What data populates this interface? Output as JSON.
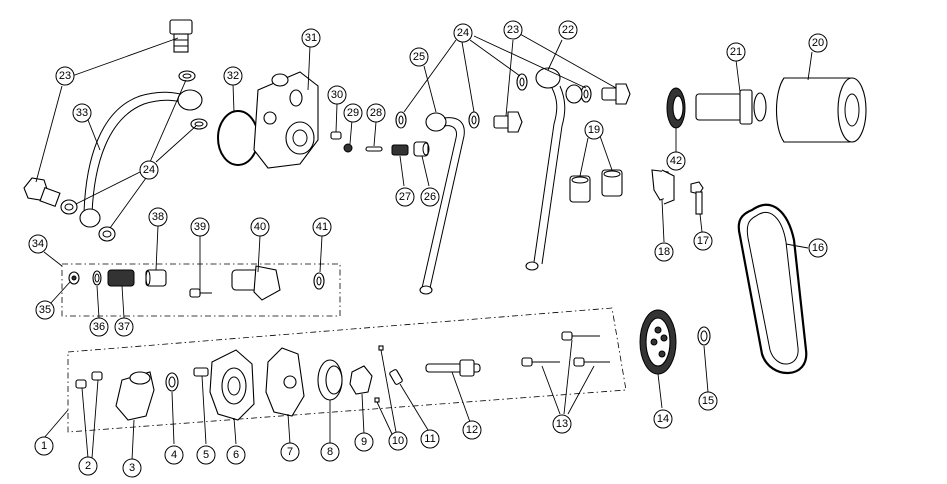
{
  "labels": [
    "1",
    "2",
    "3",
    "4",
    "5",
    "6",
    "7",
    "8",
    "9",
    "10",
    "11",
    "12",
    "13",
    "14",
    "15",
    "16",
    "17",
    "18",
    "19",
    "20",
    "21",
    "22",
    "23",
    "24",
    "25",
    "26",
    "27",
    "28",
    "29",
    "30",
    "31",
    "32",
    "33",
    "34",
    "35",
    "36",
    "37",
    "38",
    "39",
    "40",
    "41",
    "42"
  ]
}
